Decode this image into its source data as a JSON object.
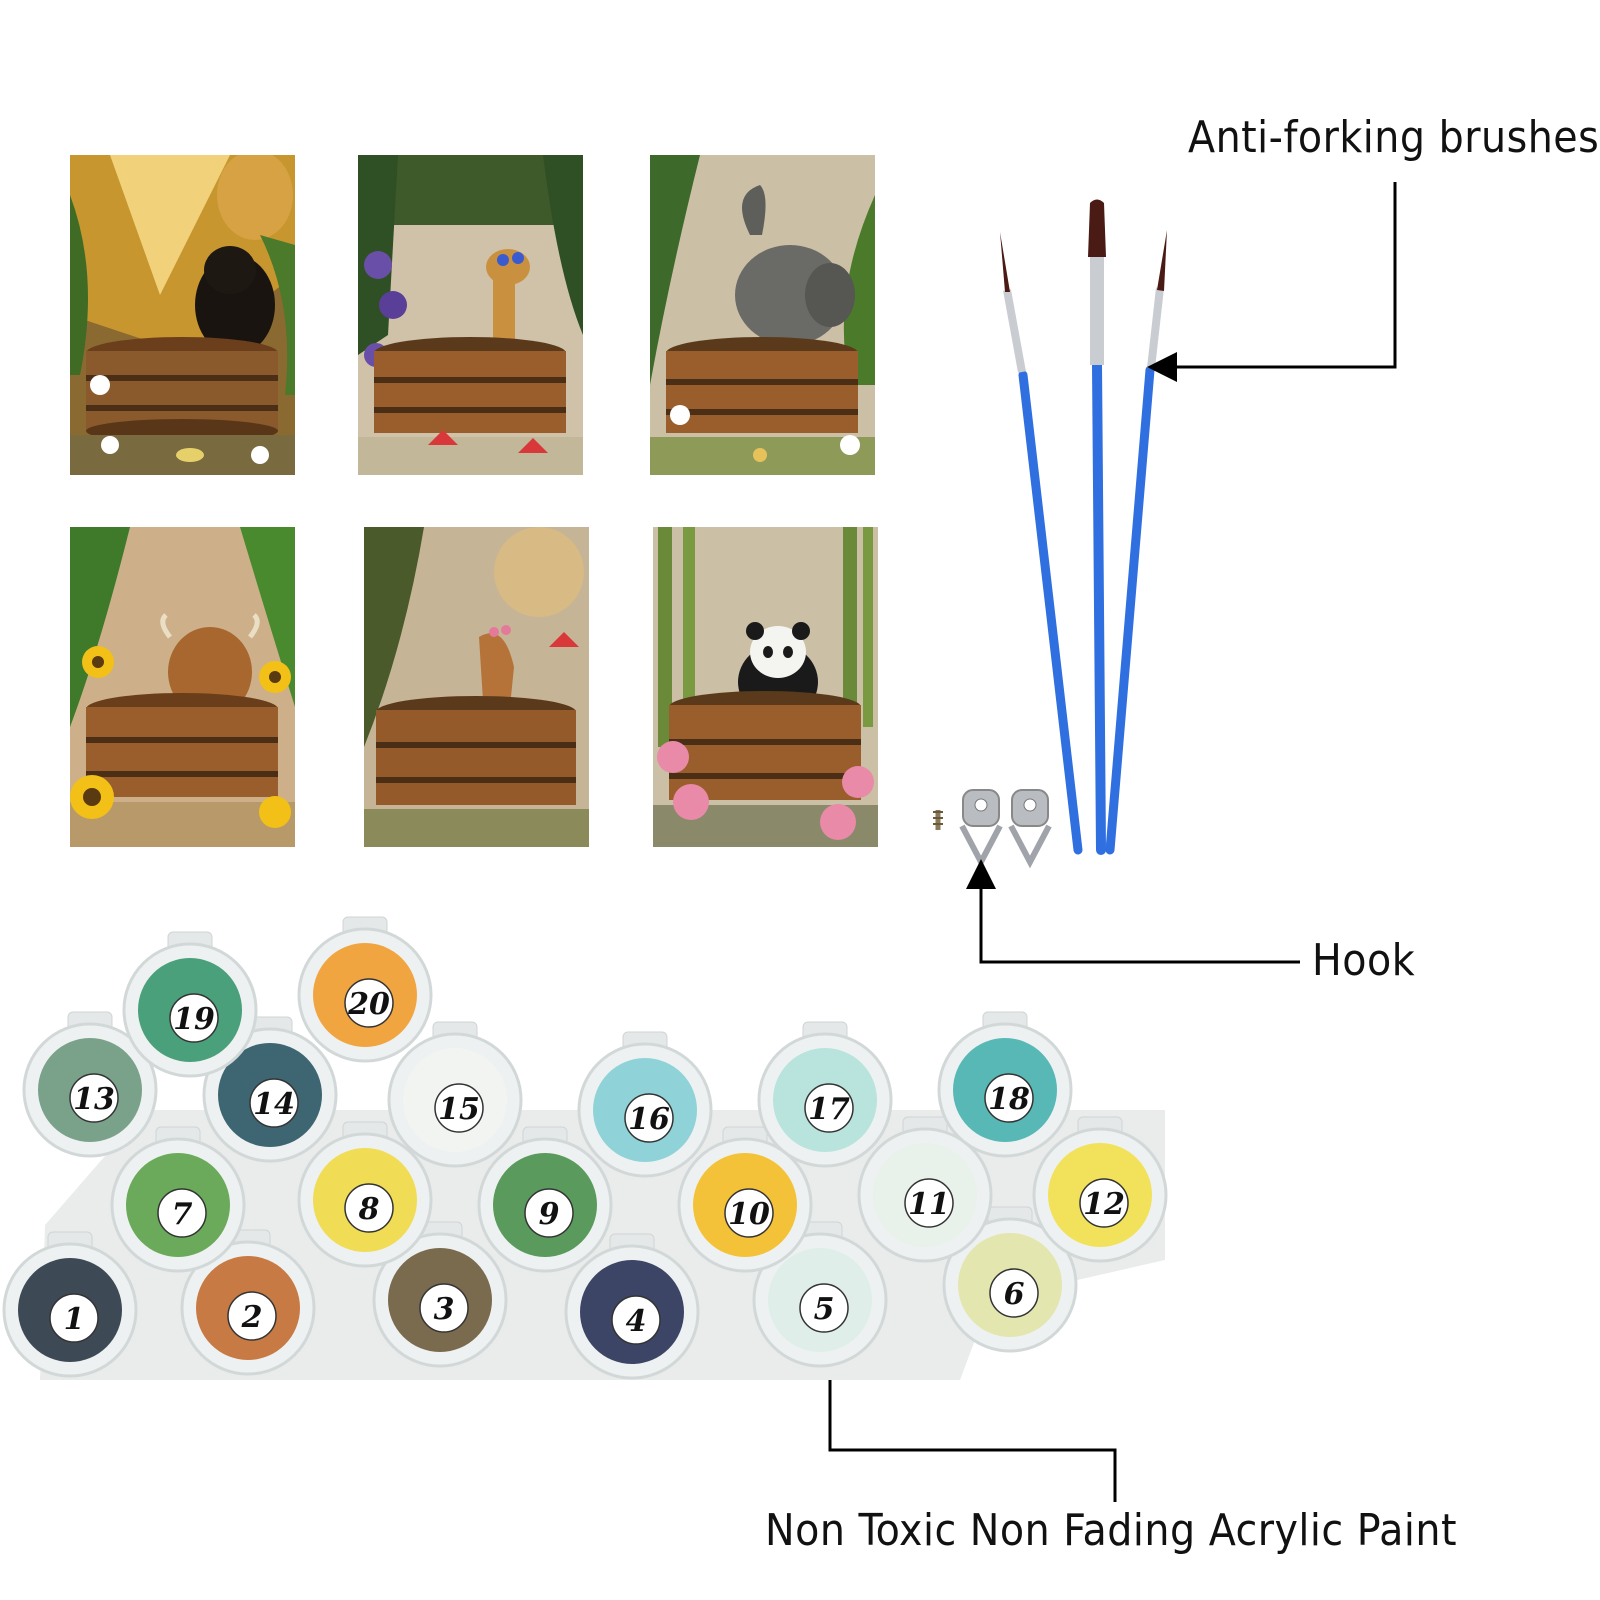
{
  "labels": {
    "brushes": "Anti-forking brushes",
    "hook": "Hook",
    "paint": "Non Toxic Non Fading Acrylic Paint"
  },
  "paintings": [
    {
      "subject": "black cat in wooden tub"
    },
    {
      "subject": "giraffe in wooden tub"
    },
    {
      "subject": "elephant in wooden tub"
    },
    {
      "subject": "highland cow in wooden tub"
    },
    {
      "subject": "horse in wooden tub"
    },
    {
      "subject": "panda in wooden tub"
    }
  ],
  "paint_pots": [
    {
      "number": "1",
      "color": "#3d4a55"
    },
    {
      "number": "2",
      "color": "#c87a45"
    },
    {
      "number": "3",
      "color": "#7a6a4e"
    },
    {
      "number": "4",
      "color": "#3c4566"
    },
    {
      "number": "5",
      "color": "#dfeee8"
    },
    {
      "number": "6",
      "color": "#e4e6b0"
    },
    {
      "number": "7",
      "color": "#6aaa5a"
    },
    {
      "number": "8",
      "color": "#f0dc55"
    },
    {
      "number": "9",
      "color": "#5a9a5c"
    },
    {
      "number": "10",
      "color": "#f3c238"
    },
    {
      "number": "11",
      "color": "#e8f1ea"
    },
    {
      "number": "12",
      "color": "#f2e15a"
    },
    {
      "number": "13",
      "color": "#7aa28a"
    },
    {
      "number": "14",
      "color": "#3e6672"
    },
    {
      "number": "15",
      "color": "#f2f4f2"
    },
    {
      "number": "16",
      "color": "#8fd3d8"
    },
    {
      "number": "17",
      "color": "#b9e3dd"
    },
    {
      "number": "18",
      "color": "#58b8b6"
    },
    {
      "number": "19",
      "color": "#4aa07a"
    },
    {
      "number": "20",
      "color": "#f0a540"
    }
  ],
  "brush_color": "#2f6fe0"
}
